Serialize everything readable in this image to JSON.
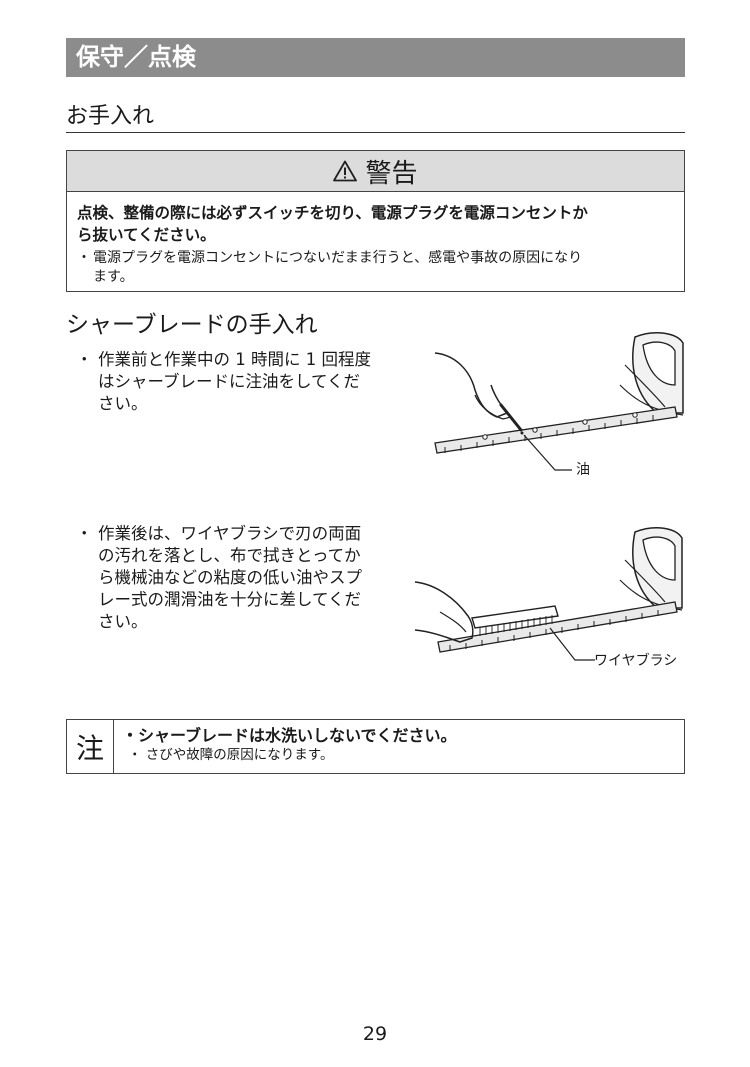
{
  "header": {
    "title": "保守／点検"
  },
  "section": {
    "title": "お手入れ"
  },
  "warning": {
    "heading": "警告",
    "icon": "warning-triangle-icon",
    "main_line1": "点検、整備の際には必ずスイッチを切り、電源プラグを電源コンセントか",
    "main_line2": "ら抜いてください。",
    "bullet": "・",
    "detail_line1": "電源プラグを電源コンセントにつないだまま行うと、感電や事故の原因になり",
    "detail_line2": "ます。"
  },
  "blade_care": {
    "title": "シャーブレードの手入れ",
    "items": [
      {
        "bullet": "・",
        "lines": [
          "作業前と作業中の 1 時間に 1 回程度",
          "はシャーブレードに注油をしてくだ",
          "さい。"
        ],
        "callout": "油"
      },
      {
        "bullet": "・",
        "lines": [
          "作業後は、ワイヤブラシで刃の両面",
          "の汚れを落とし、布で拭きとってか",
          "ら機械油などの粘度の低い油やスプ",
          "レー式の潤滑油を十分に差してくだ",
          "さい。"
        ],
        "callout": "ワイヤブラシ"
      }
    ]
  },
  "note": {
    "label": "注",
    "main": "・シャーブレードは水洗いしないでください。",
    "sub": "・ さびや故障の原因になります。"
  },
  "page_number": "29"
}
